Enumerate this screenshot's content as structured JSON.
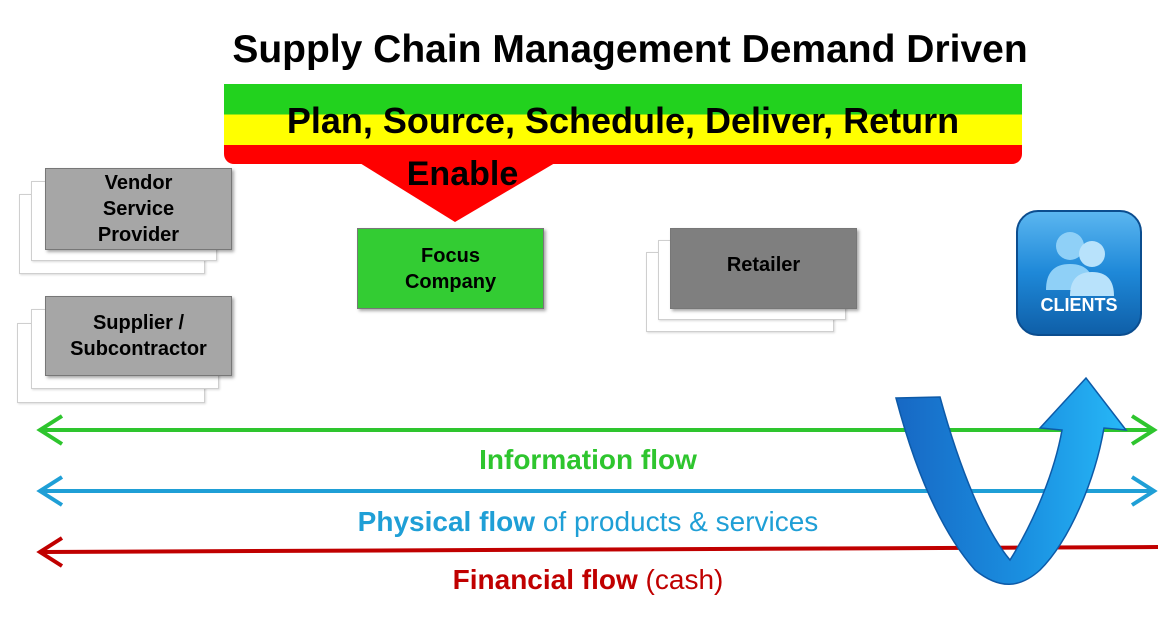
{
  "title": "Supply Chain Management Demand Driven",
  "banner": {
    "text": "Plan, Source, Schedule, Deliver, Return",
    "enable": "Enable"
  },
  "nodes": {
    "vendor": "Vendor Service Provider",
    "supplier": "Supplier / Subcontractor",
    "focus": "Focus Company",
    "retailer": "Retailer",
    "clients": "CLIENTS"
  },
  "flows": {
    "information": "Information flow",
    "physical_bold": "Physical flow",
    "physical_rest": " of products & services",
    "financial_bold": "Financial flow",
    "financial_rest": " (cash)"
  },
  "colors": {
    "information": "#2ec52e",
    "physical": "#1f9fd6",
    "financial": "#c00000",
    "focus_box": "#33cc33",
    "retailer_box": "#7f7f7f",
    "vendor_box": "#a6a6a6"
  }
}
